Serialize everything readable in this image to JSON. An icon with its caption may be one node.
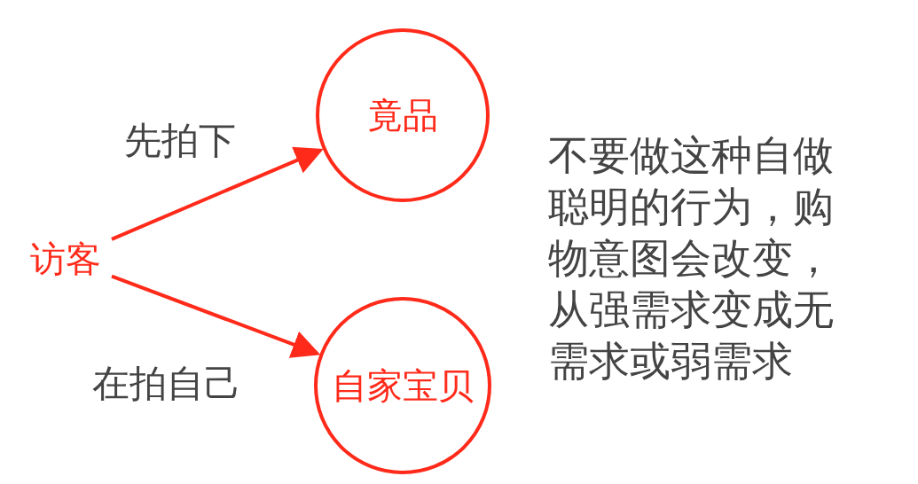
{
  "diagram": {
    "nodes": [
      {
        "text": [
          "访客"
        ]
      },
      {
        "text": [
          "竟品"
        ]
      },
      {
        "text": [
          "自家宝贝"
        ]
      }
    ],
    "edges": [
      {
        "from": 0,
        "to": 1,
        "arrow": "to",
        "label": "先拍下"
      },
      {
        "from": 0,
        "to": 2,
        "arrow": "to",
        "label": "在拍自己"
      }
    ],
    "labels": [
      "不要做这种自做聪明的行为，购物意图会改变，从强需求变成无需求或弱需求"
    ]
  }
}
